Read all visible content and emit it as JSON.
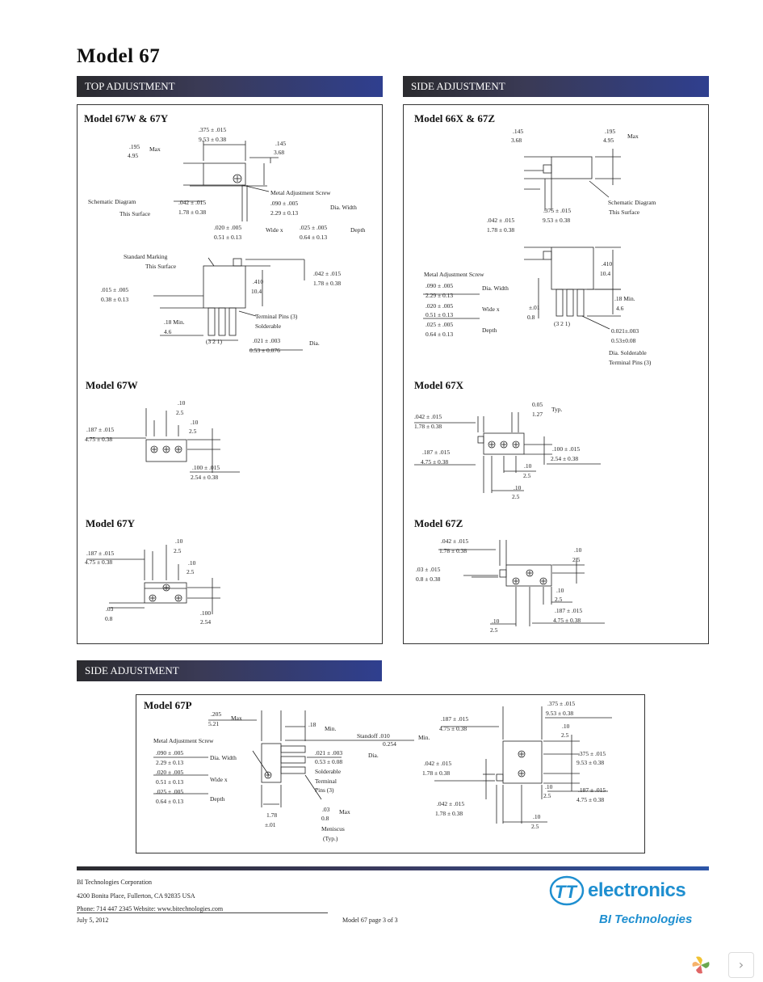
{
  "page_title": "Model 67",
  "sections": {
    "top_adjustment": "TOP ADJUSTMENT",
    "side_adjustment_1": "SIDE ADJUSTMENT",
    "side_adjustment_2": "SIDE ADJUSTMENT"
  },
  "models": {
    "m67w_67y": "Model 67W & 67Y",
    "m67w": "Model 67W",
    "m67y": "Model 67Y",
    "m66x_67z": "Model 66X & 67Z",
    "m67x": "Model 67X",
    "m67z": "Model 67Z",
    "m67p": "Model 67P"
  },
  "labels": {
    "a": ".375 ± .015",
    "a2": "9.53 ± 0.38",
    "max": "Max",
    "d195": ".195",
    "d495": "4.95",
    "d145": ".145",
    "d368": "3.68",
    "schem": "Schematic Diagram",
    "surface": "This Surface",
    "metal_screw": "Metal Adjustment Screw",
    "p042": ".042 ± .015",
    "p178": "1.78 ± 0.38",
    "p090": ".090   ± .005",
    "p229": "2.29 ± 0.13",
    "dia_width": "Dia. Width",
    "p020": ".020 ± .005",
    "p051": "0.51 ± 0.13",
    "wide": "Wide x",
    "p025": ".025 ± .005",
    "p064": "0.64 ± 0.13",
    "depth": "Depth",
    "std_mark": "Standard Marking",
    "p410": ".410",
    "p104": "10.4",
    "p015": ".015 ± .005",
    "p038": "0.38 ± 0.13",
    "p18": ".18 Min.",
    "p46": "4.6",
    "term": "Terminal Pins (3)",
    "solder": "Solderable",
    "pins": "(3 2 1)",
    "p021": ".021 ± .003",
    "p053": "0.53 ± 0.076",
    "dia": "Dia.",
    "d10": ".10",
    "d25": "2.5",
    "d187": ".187 ± .015",
    "d475": "4.75 ± 0.38",
    "d100": ".100 ± .015",
    "d254": "2.54 ± 0.38",
    "d03": ".03",
    "d08": "0.8",
    "d100b": ".100",
    "d254b": "2.54",
    "d05": "0.05",
    "d127": "1.27",
    "typ": "Typ.",
    "d0021": "0.021±.003",
    "d053b": "0.53±0.08",
    "dia_solder": "Dia. Solderable",
    "term_pins": "Terminal Pins (3)",
    "d205": ".205",
    "d521": "5.21",
    "d18": ".18",
    "min": "Min.",
    "standoff": "Standoff .010",
    "d0254": "0.254",
    "p021b": ".021 ± .003",
    "p053c": "0.53 ± 0.08",
    "solder2": "Solderable",
    "terminal": "Terminal",
    "pins3": "Pins (3)",
    "d03b": ".03",
    "d08b": "0.8",
    "meniscus": "Meniscus",
    "typ2": "(Typ.)",
    "d178": "1.78",
    "d01": "±.01",
    "d03c": ".03 ± .015",
    "d08c": "0.8 ± 0.38",
    "max2": "Max"
  },
  "footer": {
    "company": "BI Technologies Corporation",
    "address": "4200 Bonita Place, Fullerton, CA 92835 USA",
    "phone_line": "Phone:  714 447 2345     Website:  www.bitechnologies.com",
    "date": "July 5, 2012",
    "page": "Model 67 page 3 of 3"
  },
  "logo": {
    "brand": "electronics",
    "sub": "BI Technologies",
    "brand_color": "#1f8fd0"
  },
  "nav": {
    "next_glyph": "›"
  }
}
